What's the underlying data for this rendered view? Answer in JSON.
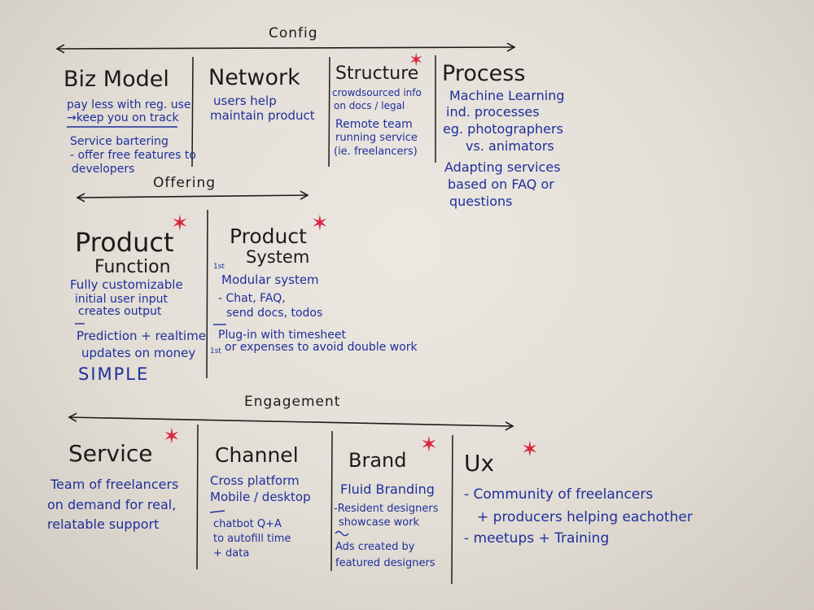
{
  "sections": {
    "config": "Config",
    "offering": "Offering",
    "engagement": "Engagement"
  },
  "config": {
    "biz_model": {
      "title": "Biz Model",
      "lines": [
        "pay less with reg. use",
        "→keep you on track",
        "Service bartering",
        "- offer free features to",
        "developers"
      ]
    },
    "network": {
      "title": "Network",
      "lines": [
        "users help",
        "maintain product"
      ]
    },
    "structure": {
      "title": "Structure",
      "lines": [
        "crowdsourced info",
        "on docs / legal",
        "Remote team",
        "running service",
        "(ie. freelancers)"
      ]
    },
    "process": {
      "title": "Process",
      "lines": [
        "Machine Learning",
        "ind. processes",
        "eg. photographers",
        "vs. animators",
        "Adapting services",
        "based on FAQ or",
        "questions"
      ]
    }
  },
  "offering": {
    "product_function": {
      "title": "Product",
      "subtitle": "Function",
      "lines": [
        "Fully customizable",
        "initial user input",
        "creates output",
        "Prediction + realtime",
        "updates on money",
        "SIMPLE"
      ]
    },
    "product_system": {
      "title": "Product",
      "subtitle": "System",
      "marker_1": "1st",
      "marker_2": "1st",
      "lines": [
        "Modular system",
        "- Chat, FAQ,",
        "send docs, todos",
        "Plug-in with timesheet",
        "or expenses to avoid double work"
      ]
    }
  },
  "engagement": {
    "service": {
      "title": "Service",
      "lines": [
        "Team of freelancers",
        "on demand for real,",
        "relatable support"
      ]
    },
    "channel": {
      "title": "Channel",
      "lines": [
        "Cross platform",
        "Mobile / desktop",
        "chatbot Q+A",
        "to autofill time",
        "+ data"
      ]
    },
    "brand": {
      "title": "Brand",
      "lines": [
        "Fluid Branding",
        "-Resident designers",
        "showcase work",
        "Ads created by",
        "featured designers"
      ]
    },
    "ux": {
      "title": "Ux",
      "lines": [
        "- Community of freelancers",
        "+ producers helping eachother",
        "- meetups + Training"
      ]
    }
  },
  "star_glyph": "✶",
  "colors": {
    "marker_black": "#1c1c1c",
    "marker_blue": "#1f2f9c",
    "marker_red": "#d8273d"
  }
}
